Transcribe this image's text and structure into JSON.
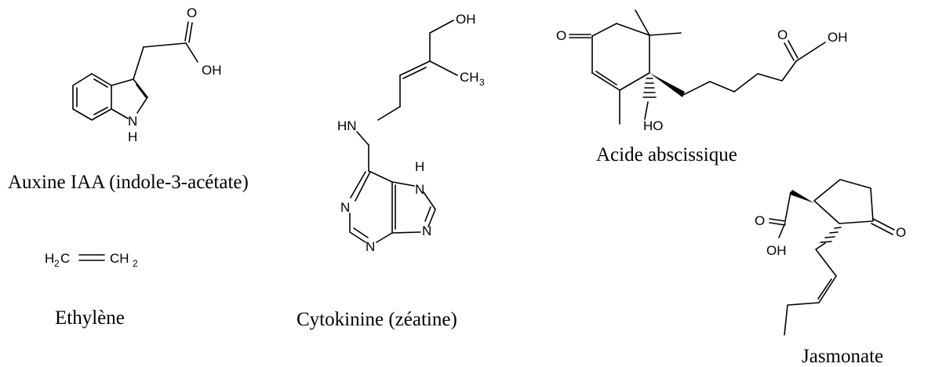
{
  "molecules": {
    "auxin": {
      "caption": "Auxine IAA (indole-3-acétate)",
      "atoms": {
        "o": "O",
        "oh": "OH",
        "n": "N",
        "h": "H"
      }
    },
    "cytokinin": {
      "caption": "Cytokinine (zéatine)",
      "atoms": {
        "oh": "OH",
        "ch": "CH",
        "sub3": "3",
        "hn": "HN",
        "h": "H",
        "n1": "N",
        "n2": "N",
        "n3": "N",
        "n4": "N"
      }
    },
    "abscisic": {
      "caption": "Acide abscissique",
      "atoms": {
        "o1": "O",
        "o2": "O",
        "oh": "OH",
        "ho": "HO"
      }
    },
    "ethylene": {
      "caption": "Ethylène",
      "atoms": {
        "h2c": "H",
        "sub2a": "2",
        "c1": "C",
        "eq": "=",
        "ch2": "CH",
        "sub2b": "2"
      }
    },
    "jasmonate": {
      "caption": "Jasmonate",
      "atoms": {
        "o1": "O",
        "o2": "O",
        "oh": "OH"
      }
    }
  }
}
